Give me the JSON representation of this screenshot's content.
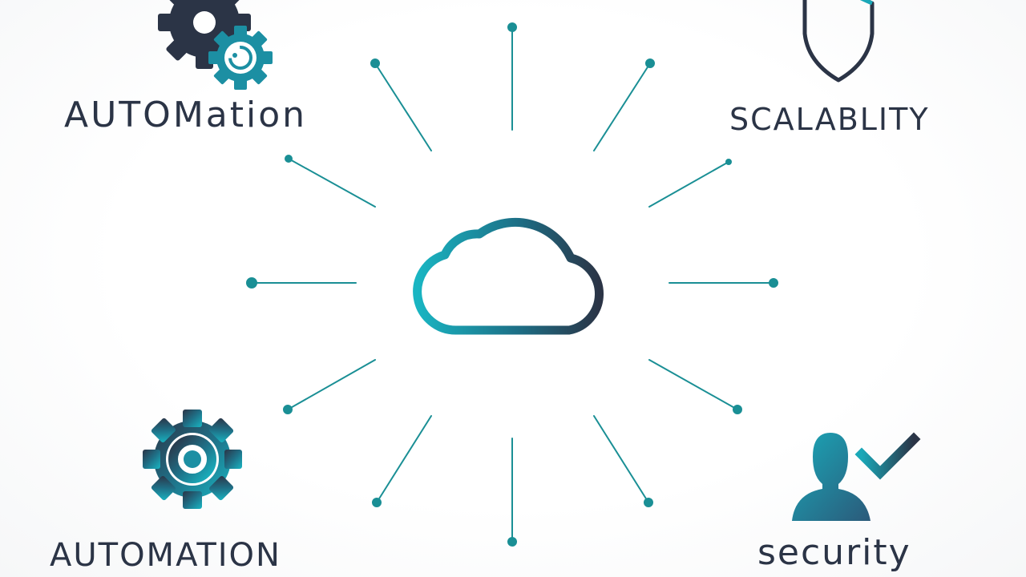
{
  "labels": {
    "top_left": "AUTOMation",
    "top_right": "SCALABLITY",
    "bottom_left": "AUTOMATION",
    "bottom_right": "security"
  },
  "icons": {
    "center": "cloud-icon",
    "top_left": "gears-icon",
    "top_right": "shield-icon",
    "bottom_left": "gear-icon",
    "bottom_right": "user-check-icon"
  },
  "colors": {
    "teal": "#1aa8b8",
    "navy": "#2b3446",
    "connector": "#1a8f95",
    "background": "#ffffff"
  }
}
